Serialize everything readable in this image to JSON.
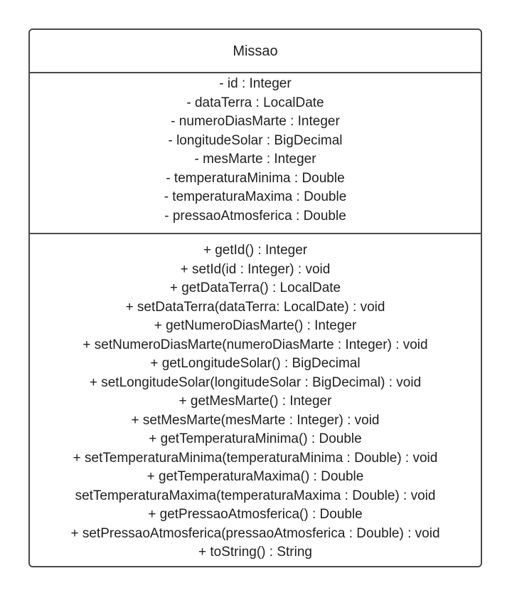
{
  "class_box": {
    "name": "Missao",
    "attributes": [
      "- id : Integer",
      "- dataTerra : LocalDate",
      "- numeroDiasMarte : Integer",
      "- longitudeSolar : BigDecimal",
      "- mesMarte : Integer",
      "- temperaturaMinima : Double",
      "- temperaturaMaxima : Double",
      "- pressaoAtmosferica : Double"
    ],
    "methods": [
      "+ getId() : Integer",
      "+ setId(id : Integer) : void",
      "+ getDataTerra() : LocalDate",
      "+ setDataTerra(dataTerra: LocalDate) : void",
      "+ getNumeroDiasMarte() : Integer",
      "+ setNumeroDiasMarte(numeroDiasMarte : Integer) : void",
      "+ getLongitudeSolar() : BigDecimal",
      "+ setLongitudeSolar(longitudeSolar : BigDecimal) : void",
      "+ getMesMarte() : Integer",
      "+ setMesMarte(mesMarte : Integer) : void",
      "+ getTemperaturaMinima() : Double",
      "+ setTemperaturaMinima(temperaturaMinima : Double) : void",
      "+ getTemperaturaMaxima() : Double",
      "setTemperaturaMaxima(temperaturaMaxima : Double) : void",
      "+ getPressaoAtmosferica() : Double",
      "+ setPressaoAtmosferica(pressaoAtmosferica : Double) : void",
      "+ toString() : String"
    ]
  }
}
